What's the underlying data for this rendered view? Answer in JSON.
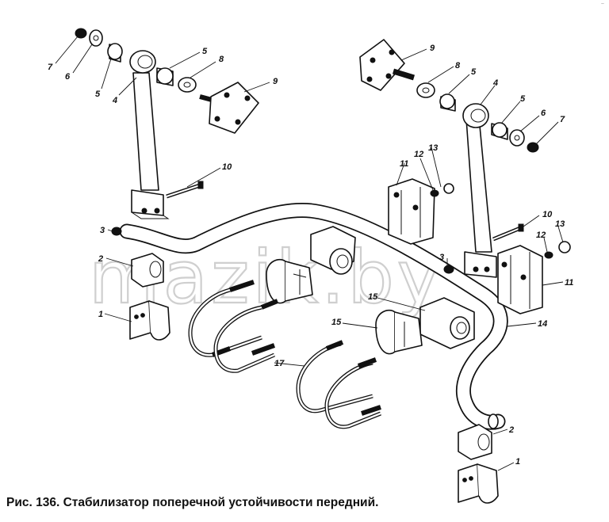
{
  "figure": {
    "caption": "Рис. 136. Стабилизатор поперечной устойчивости передний.",
    "watermark": "mazik.by",
    "corner_mark": "~"
  },
  "labels": [
    {
      "id": "l7a",
      "text": "7"
    },
    {
      "id": "l6a",
      "text": "6"
    },
    {
      "id": "l5a",
      "text": "5"
    },
    {
      "id": "l4a",
      "text": "4"
    },
    {
      "id": "l5b",
      "text": "5"
    },
    {
      "id": "l8a",
      "text": "8"
    },
    {
      "id": "l9a",
      "text": "9"
    },
    {
      "id": "l10a",
      "text": "10"
    },
    {
      "id": "l3a",
      "text": "3"
    },
    {
      "id": "l2a",
      "text": "2"
    },
    {
      "id": "l1a",
      "text": "1"
    },
    {
      "id": "l9b",
      "text": "9"
    },
    {
      "id": "l8b",
      "text": "8"
    },
    {
      "id": "l5c",
      "text": "5"
    },
    {
      "id": "l4b",
      "text": "4"
    },
    {
      "id": "l5d",
      "text": "5"
    },
    {
      "id": "l6b",
      "text": "6"
    },
    {
      "id": "l7b",
      "text": "7"
    },
    {
      "id": "l12a",
      "text": "12"
    },
    {
      "id": "l13a",
      "text": "13"
    },
    {
      "id": "l11a",
      "text": "11"
    },
    {
      "id": "l10b",
      "text": "10"
    },
    {
      "id": "l13b",
      "text": "13"
    },
    {
      "id": "l12b",
      "text": "12"
    },
    {
      "id": "l3b",
      "text": "3"
    },
    {
      "id": "l11b",
      "text": "11"
    },
    {
      "id": "l15a",
      "text": "15"
    },
    {
      "id": "l15b",
      "text": "15"
    },
    {
      "id": "l14",
      "text": "14"
    },
    {
      "id": "l17",
      "text": "17"
    },
    {
      "id": "l2b",
      "text": "2"
    },
    {
      "id": "l1b",
      "text": "1"
    }
  ]
}
